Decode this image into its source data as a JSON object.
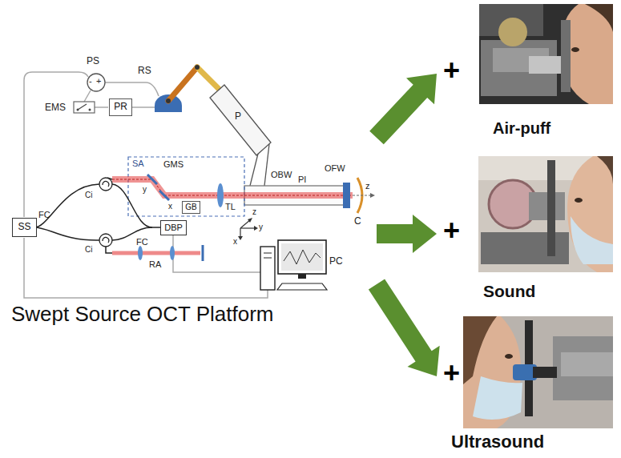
{
  "diagram": {
    "nodes": [
      {
        "text": [
          "Swept Source OCT Platform"
        ]
      },
      {
        "text": [
          "PR"
        ],
        "in": 0
      },
      {
        "text": [
          "SA"
        ],
        "in": 0
      },
      {
        "text": [
          "GB"
        ],
        "in": 2
      },
      {
        "text": [
          "SS"
        ],
        "in": 0
      },
      {
        "text": [
          "DBP"
        ],
        "in": 0
      },
      {
        "text": [
          "Air-puff"
        ]
      },
      {
        "text": [
          "Sound"
        ]
      },
      {
        "text": [
          "Ultrasound"
        ]
      }
    ],
    "edges": [
      {
        "from": 0,
        "to": 6,
        "arrow": "to"
      },
      {
        "from": 0,
        "to": 7,
        "arrow": "to"
      },
      {
        "from": 0,
        "to": 8,
        "arrow": "to"
      }
    ],
    "labels": [
      "PS",
      "-",
      "+",
      "EMS",
      "RS",
      "P",
      "GMS",
      "y",
      "x",
      "TL",
      "OBW",
      "PI",
      "OFW",
      "C",
      "z",
      "z",
      "y",
      "x",
      "FC",
      "Ci",
      "Ci",
      "FC",
      "RA",
      "PC",
      "+",
      "+",
      "+"
    ]
  }
}
